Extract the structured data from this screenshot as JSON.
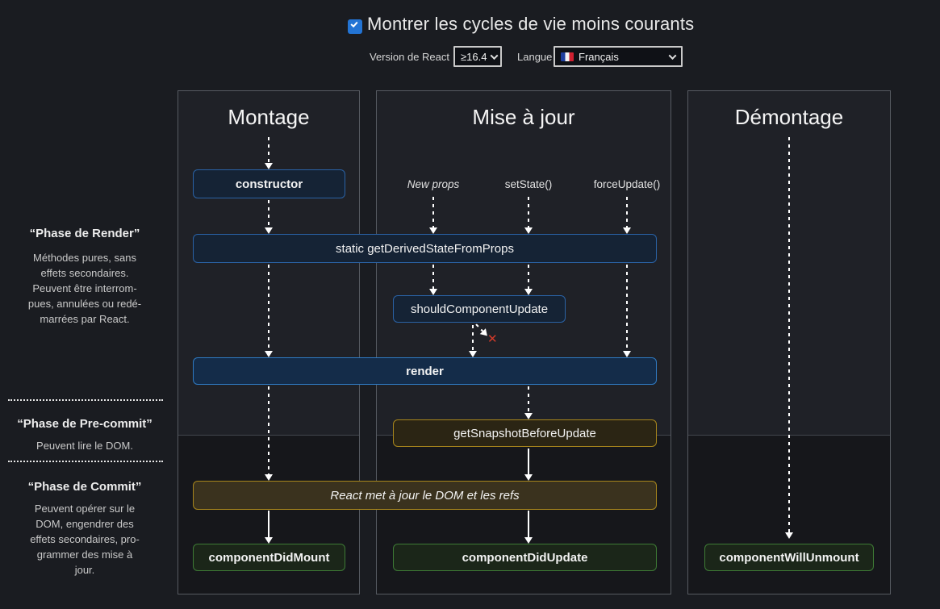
{
  "header": {
    "checkbox_checked": true,
    "title": "Montrer les cycles de vie moins courants",
    "version_label": "Version de React",
    "version_value": "≥16.4",
    "language_label": "Langue",
    "language_value": "Français"
  },
  "sidebar": {
    "phases": [
      {
        "title": "“Phase de Render”",
        "description": "Méthodes pures, sans\neffets secondaires.\nPeuvent être interrom-\npues, annulées ou redé-\nmarrées par React."
      },
      {
        "title": "“Phase de Pre-commit”",
        "description": "Peuvent lire le DOM."
      },
      {
        "title": "“Phase de Commit”",
        "description": "Peuvent opérer sur le\nDOM, engendrer des\neffets secondaires, pro-\ngrammer des mise à\njour."
      }
    ]
  },
  "columns": [
    {
      "title": "Montage"
    },
    {
      "title": "Mise à jour",
      "triggers": [
        "New props",
        "setState()",
        "forceUpdate()"
      ]
    },
    {
      "title": "Démontage"
    }
  ],
  "methods": {
    "constructor": "constructor",
    "get_derived_state": "static getDerivedStateFromProps",
    "should_component_update": "shouldComponentUpdate",
    "render": "render",
    "get_snapshot": "getSnapshotBeforeUpdate",
    "react_updates_dom": "React met à jour le DOM et les refs",
    "component_did_mount": "componentDidMount",
    "component_did_update": "componentDidUpdate",
    "component_will_unmount": "componentWillUnmount"
  },
  "icons": {
    "cancel_x": "✕"
  },
  "colors": {
    "accent_blue_border": "#2a62a5",
    "accent_gold_border": "#a8861c",
    "accent_green_border": "#3e7b35",
    "checkbox_blue": "#2374d4",
    "cancel_red": "#d23b2a"
  }
}
